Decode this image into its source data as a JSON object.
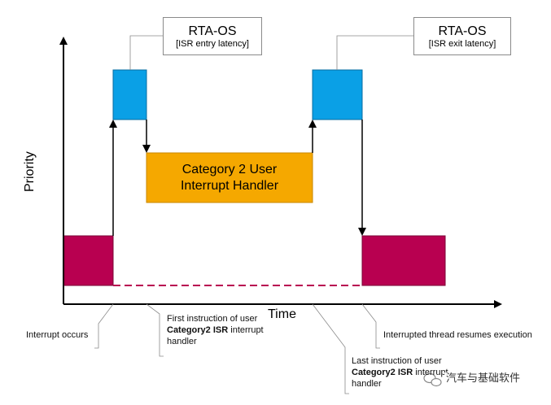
{
  "callouts": {
    "entry": {
      "title": "RTA-OS",
      "subtitle": "[ISR entry latency]"
    },
    "exit": {
      "title": "RTA-OS",
      "subtitle": "[ISR exit latency]"
    }
  },
  "handler_box": {
    "line1": "Category 2 User",
    "line2": "Interrupt Handler"
  },
  "axes": {
    "y_label": "Priority",
    "x_label": "Time"
  },
  "annotations": {
    "interrupt_occurs": "Interrupt occurs",
    "first_instruction": {
      "prefix": "First instruction of user",
      "bold": "Category2 ISR",
      "rest": " interrupt",
      "last": "handler"
    },
    "last_instruction": {
      "prefix": "Last instruction of user",
      "bold": "Category2 ISR",
      "rest": " interrupt",
      "last": "handler"
    },
    "resumes": "Interrupted thread resumes execution"
  },
  "watermark": {
    "text": "汽车与基础软件"
  },
  "colors": {
    "rtaos_blue": "#0aa0e6",
    "handler_orange": "#f5a800",
    "thread_magenta": "#b80050",
    "dashed_magenta": "#b80050"
  }
}
